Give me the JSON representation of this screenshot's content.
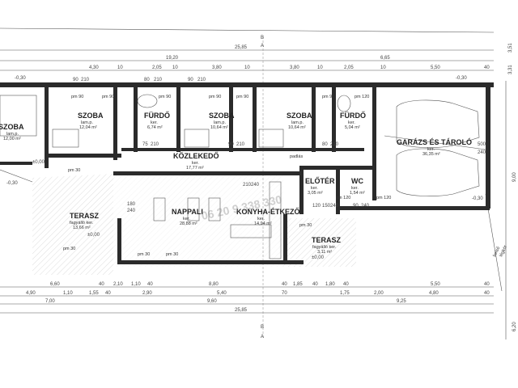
{
  "plan": {
    "watermark": "06 20 9 338 330",
    "section_marks": [
      "B",
      "A",
      "B",
      "A"
    ],
    "top_dims_row1": [
      "25,85"
    ],
    "top_dims_row2": [
      "19,20",
      "6,65"
    ],
    "top_dims_row3": [
      "4,30",
      "10",
      "2,05",
      "10",
      "3,80",
      "10",
      "3,80",
      "10",
      "2,05",
      "10",
      "5,50",
      "40"
    ],
    "top_right_dims": [
      "3,51",
      "3,31"
    ],
    "right_dims": [
      "9,00",
      "6,20"
    ],
    "bottom_dims_row1": [
      "6,60",
      "40",
      "2,10",
      "1,10",
      "40",
      "8,80",
      "40",
      "1,85",
      "40",
      "1,80",
      "40",
      "5,50",
      "40"
    ],
    "bottom_dims_row2": [
      "4,90",
      "1,10",
      "1,55",
      "40",
      "2,90",
      "5,40",
      "70",
      "1,75",
      "2,00",
      "4,80",
      "40"
    ],
    "bottom_dims_row3": [
      "7,00",
      "9,60",
      "9,25"
    ],
    "bottom_dims_row4": [
      "25,85"
    ],
    "rooms": [
      {
        "name": "SZOBA",
        "floor": "lam.p.",
        "area": "12,00 m²"
      },
      {
        "name": "SZOBA",
        "floor": "lam.p.",
        "area": "12,04 m²"
      },
      {
        "name": "FÜRDŐ",
        "floor": "ker.",
        "area": "6,74 m²"
      },
      {
        "name": "SZOBA",
        "floor": "lam.p.",
        "area": "10,64 m²"
      },
      {
        "name": "SZOBA",
        "floor": "lam.p.",
        "area": "10,64 m²"
      },
      {
        "name": "FÜRDŐ",
        "floor": "ker.",
        "area": "5,04 m²"
      },
      {
        "name": "GARÁZS ÉS TÁROLÓ",
        "floor": "ker.",
        "area": "36,35 m²"
      },
      {
        "name": "KÖZLEKEDŐ",
        "floor": "ker.",
        "area": "17,77 m²"
      },
      {
        "name": "ELŐTÉR",
        "floor": "ker.",
        "area": "3,05 m²"
      },
      {
        "name": "WC",
        "floor": "ker.",
        "area": "1,54 m²"
      },
      {
        "name": "TERASZ",
        "floor": "fagyálló ker.",
        "area": "13,66 m²"
      },
      {
        "name": "NAPPALI",
        "floor": "ker.",
        "area": "28,88 m²"
      },
      {
        "name": "KONYHA-ÉTKEZŐ",
        "floor": "ker.",
        "area": "14,94 m²"
      },
      {
        "name": "TERASZ",
        "floor": "fagyálló ker.",
        "area": "3,11 m²"
      }
    ],
    "door_labels": [
      "pm 90",
      "pm 90",
      "pm 90",
      "pm 90",
      "pm 90",
      "pm 90",
      "pm 120",
      "pm 30",
      "pm 30",
      "pm 30",
      "pm 30",
      "pm 120",
      "pm 120",
      "pm 30"
    ],
    "small_dims": [
      "90",
      "210",
      "80",
      "210",
      "90",
      "210",
      "75",
      "210",
      "90",
      "210",
      "80",
      "210",
      "500",
      "240",
      "180",
      "240",
      "210",
      "240",
      "120",
      "150",
      "240",
      "90",
      "240"
    ],
    "level_marks": [
      "±0,00",
      "±0,00",
      "-0,30",
      "-0,30",
      "-0,30",
      "-0,30",
      "±0,00"
    ],
    "misc_labels": [
      "padlás",
      "belső",
      "légkör"
    ]
  }
}
